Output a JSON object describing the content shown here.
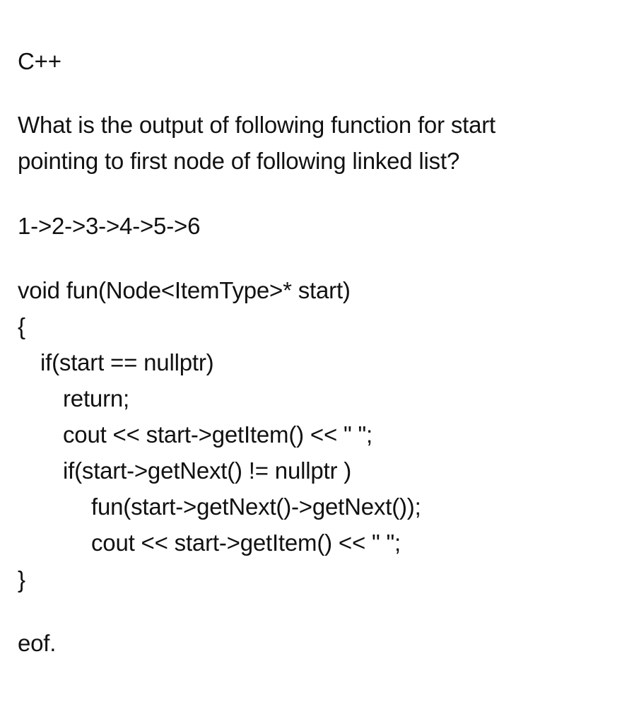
{
  "document": {
    "language_label": "C++",
    "question_line_1": "What is the output of following function for start",
    "question_line_2": "pointing to first node of following linked list?",
    "list_text": "1->2->3->4->5->6",
    "code": {
      "signature": "void fun(Node<ItemType>* start)",
      "open_brace": "{",
      "if_null": "if(start == nullptr)",
      "return_stmt": "return;",
      "cout_first": "cout << start->getItem() << \" \";",
      "if_next": "if(start->getNext() != nullptr )",
      "recursive_call": "fun(start->getNext()->getNext());",
      "cout_second": "cout << start->getItem() << \" \";",
      "close_brace": "}"
    },
    "footer": "eof."
  }
}
